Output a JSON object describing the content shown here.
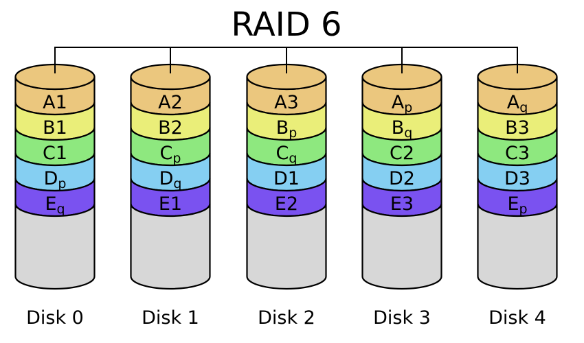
{
  "title": "RAID 6",
  "colors": {
    "band_a": "#EBC77E",
    "band_b": "#EAEE79",
    "band_c": "#8EE87F",
    "band_d": "#85CFF2",
    "band_e": "#7A52F0",
    "body": "#D7D7D7",
    "outline": "#000000"
  },
  "disks": [
    {
      "name": "Disk 0",
      "blocks": [
        {
          "main": "A1",
          "sub": ""
        },
        {
          "main": "B1",
          "sub": ""
        },
        {
          "main": "C1",
          "sub": ""
        },
        {
          "main": "D",
          "sub": "p"
        },
        {
          "main": "E",
          "sub": "q"
        }
      ]
    },
    {
      "name": "Disk 1",
      "blocks": [
        {
          "main": "A2",
          "sub": ""
        },
        {
          "main": "B2",
          "sub": ""
        },
        {
          "main": "C",
          "sub": "p"
        },
        {
          "main": "D",
          "sub": "q"
        },
        {
          "main": "E1",
          "sub": ""
        }
      ]
    },
    {
      "name": "Disk 2",
      "blocks": [
        {
          "main": "A3",
          "sub": ""
        },
        {
          "main": "B",
          "sub": "p"
        },
        {
          "main": "C",
          "sub": "q"
        },
        {
          "main": "D1",
          "sub": ""
        },
        {
          "main": "E2",
          "sub": ""
        }
      ]
    },
    {
      "name": "Disk 3",
      "blocks": [
        {
          "main": "A",
          "sub": "p"
        },
        {
          "main": "B",
          "sub": "q"
        },
        {
          "main": "C2",
          "sub": ""
        },
        {
          "main": "D2",
          "sub": ""
        },
        {
          "main": "E3",
          "sub": ""
        }
      ]
    },
    {
      "name": "Disk 4",
      "blocks": [
        {
          "main": "A",
          "sub": "q"
        },
        {
          "main": "B3",
          "sub": ""
        },
        {
          "main": "C3",
          "sub": ""
        },
        {
          "main": "D3",
          "sub": ""
        },
        {
          "main": "E",
          "sub": "p"
        }
      ]
    }
  ]
}
